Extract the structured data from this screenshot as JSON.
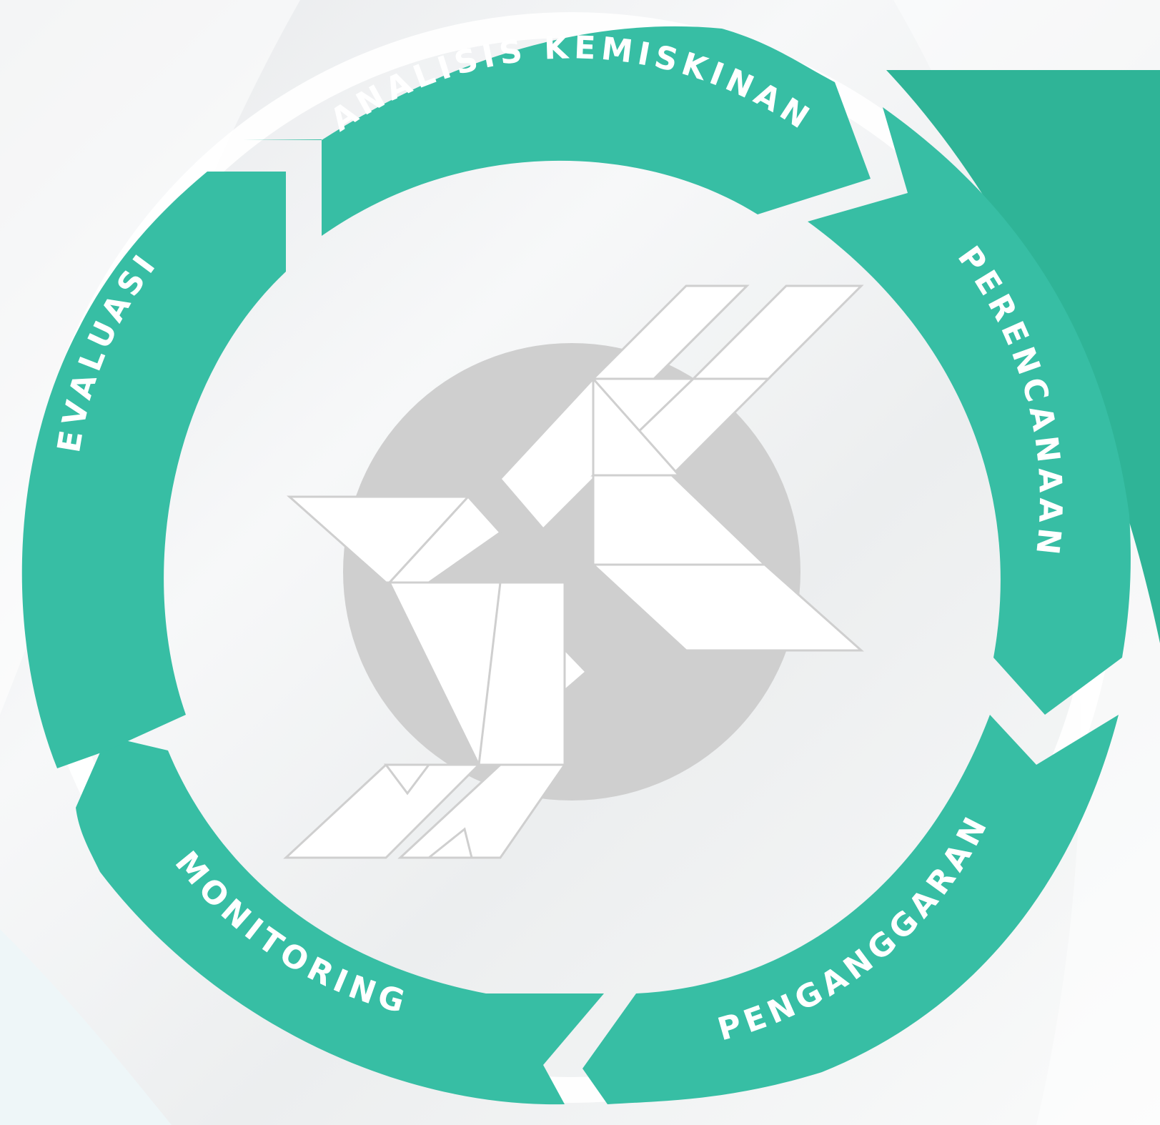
{
  "diagram": {
    "stages": [
      {
        "key": "analisis",
        "label": "ANALISIS KEMISKINAN"
      },
      {
        "key": "perencanaan",
        "label": "PERENCANAAN"
      },
      {
        "key": "penganggaran",
        "label": "PENGANGGARAN"
      },
      {
        "key": "monitoring",
        "label": "MONITORING"
      },
      {
        "key": "evaluasi",
        "label": "EVALUASI"
      }
    ]
  },
  "colors": {
    "ring": "#37bea4",
    "ring_dark": "#2eb095",
    "background": "#f3f4f5",
    "center_disc": "#cfcfcf",
    "logo_fill": "#ffffff",
    "logo_stroke": "#cfcfcf"
  },
  "icons": {
    "center_logo": "tangram-double-chevron-logo"
  }
}
